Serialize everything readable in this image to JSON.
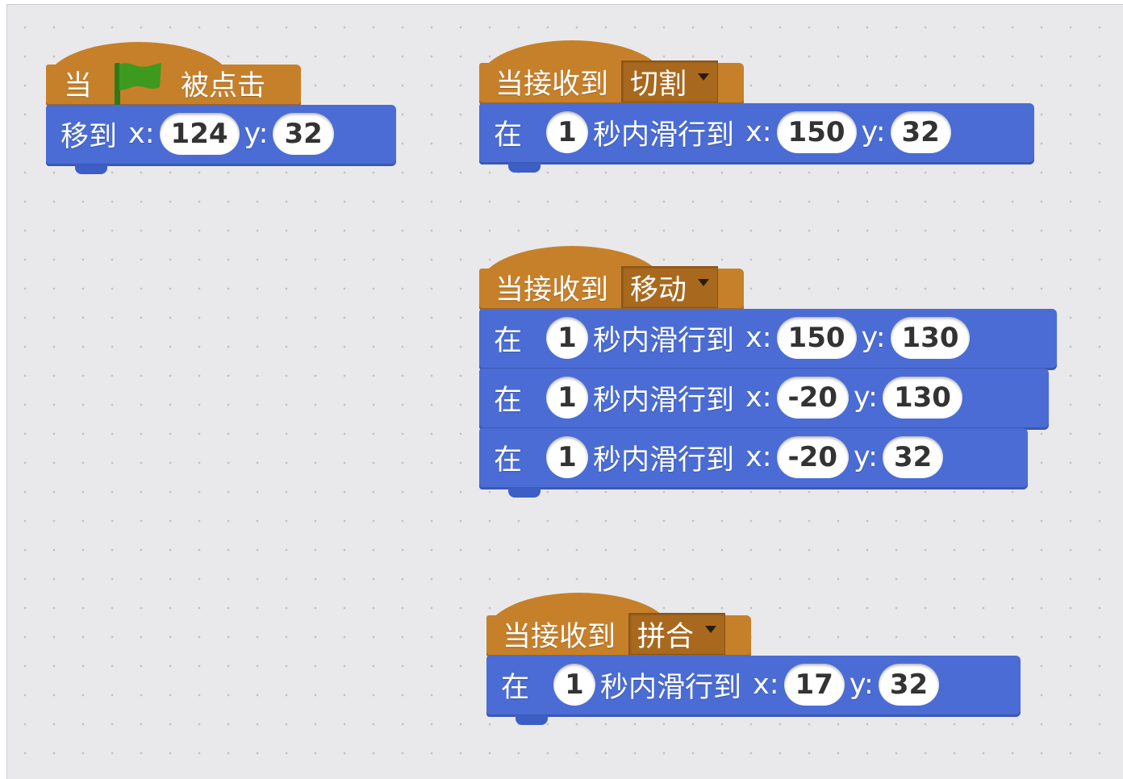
{
  "scripts": {
    "flag": {
      "hat": {
        "prefix": "当",
        "suffix": "被点击",
        "icon": "green-flag-icon"
      },
      "goto": {
        "label": "移到",
        "xlabel": "x:",
        "x": "124",
        "ylabel": "y:",
        "y": "32"
      }
    },
    "cut": {
      "hat": {
        "label": "当接收到",
        "message": "切割"
      },
      "glides": [
        {
          "pre": "在",
          "secs": "1",
          "mid": "秒内滑行到",
          "xlabel": "x:",
          "x": "150",
          "ylabel": "y:",
          "y": "32"
        }
      ]
    },
    "move": {
      "hat": {
        "label": "当接收到",
        "message": "移动"
      },
      "glides": [
        {
          "pre": "在",
          "secs": "1",
          "mid": "秒内滑行到",
          "xlabel": "x:",
          "x": "150",
          "ylabel": "y:",
          "y": "130"
        },
        {
          "pre": "在",
          "secs": "1",
          "mid": "秒内滑行到",
          "xlabel": "x:",
          "x": "-20",
          "ylabel": "y:",
          "y": "130"
        },
        {
          "pre": "在",
          "secs": "1",
          "mid": "秒内滑行到",
          "xlabel": "x:",
          "x": "-20",
          "ylabel": "y:",
          "y": "32"
        }
      ]
    },
    "combine": {
      "hat": {
        "label": "当接收到",
        "message": "拼合"
      },
      "glides": [
        {
          "pre": "在",
          "secs": "1",
          "mid": "秒内滑行到",
          "xlabel": "x:",
          "x": "17",
          "ylabel": "y:",
          "y": "32"
        }
      ]
    }
  },
  "colors": {
    "events": "#c7802a",
    "motion": "#4a6cd4",
    "flag": "#3d9a1e"
  }
}
